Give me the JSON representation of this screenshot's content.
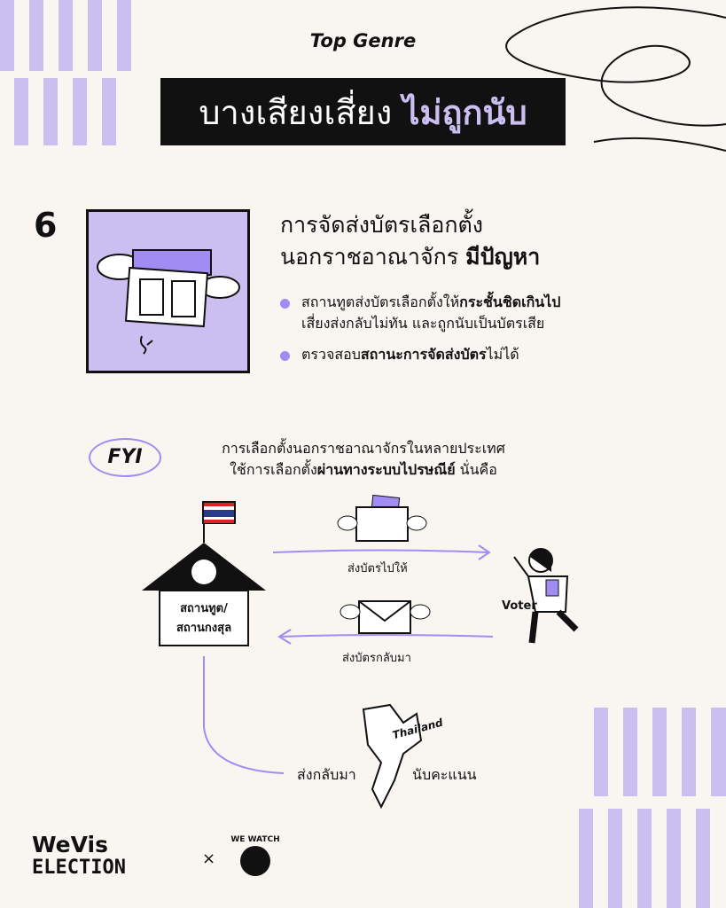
{
  "header": {
    "genre": "Top Genre",
    "title_normal": "บางเสียงเสี่ยง",
    "title_highlight": "ไม่ถูกนับ"
  },
  "item": {
    "number": "6",
    "heading_line1": "การจัดส่งบัตรเลือกตั้ง",
    "heading_line2": "นอกราชอาณาจักร",
    "heading_bold": "มีปัญหา",
    "bullets": [
      {
        "pre": "สถานทูตส่งบัตรเลือกตั้งให้",
        "bold": "กระชั้นชิดเกินไป",
        "post": "เสี่ยงส่งกลับไม่ทัน และถูกนับเป็นบัตรเสีย"
      },
      {
        "pre": "ตรวจสอบ",
        "bold": "สถานะการจัดส่งบัตร",
        "post": "ไม่ได้"
      }
    ]
  },
  "fyi": {
    "badge": "FYI",
    "line1": "การเลือกตั้งนอกราชอาณาจักรในหลายประเทศ",
    "line2_pre": "ใช้การเลือกตั้ง",
    "line2_bold": "ผ่านทางระบบไปรษณีย์",
    "line2_post": " นั่นคือ"
  },
  "diagram": {
    "embassy_line1": "สถานทูต/",
    "embassy_line2": "สถานกงสุล",
    "send_label": "ส่งบัตรไปให้",
    "return_label": "ส่งบัตรกลับมา",
    "voter_label": "Voter",
    "send_home_label": "ส่งกลับมา",
    "country_label": "Thailand",
    "count_label": "นับคะแนน"
  },
  "footer": {
    "logo1_line1": "WeVis",
    "logo1_line2": "ELECTION",
    "cross": "×",
    "logo2": "WE WATCH"
  },
  "colors": {
    "accent": "#cbbff2",
    "bullet": "#a08cf2",
    "bg": "#f9f6f1"
  }
}
